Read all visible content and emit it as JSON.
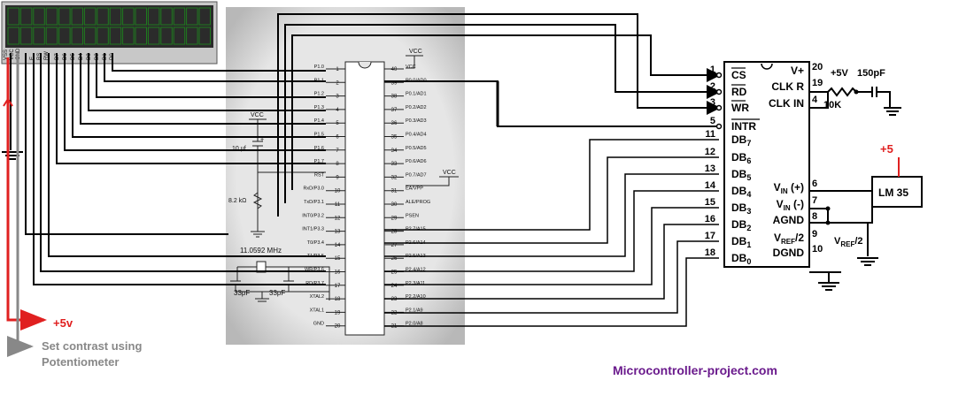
{
  "lcd": {
    "pins": [
      "VSS",
      "VCC",
      "GND",
      "E",
      "RS",
      "RW",
      "D7",
      "D6",
      "D5",
      "D4",
      "D3",
      "D2",
      "D1",
      "D0"
    ]
  },
  "mcu": {
    "vcc_top": "VCC",
    "vcc_right": "VCC",
    "left_pins": [
      {
        "n": "1",
        "l": "P1.0"
      },
      {
        "n": "2",
        "l": "P1.1"
      },
      {
        "n": "3",
        "l": "P1.2"
      },
      {
        "n": "4",
        "l": "P1.3"
      },
      {
        "n": "5",
        "l": "P1.4"
      },
      {
        "n": "6",
        "l": "P1.5"
      },
      {
        "n": "7",
        "l": "P1.6"
      },
      {
        "n": "8",
        "l": "P1.7"
      },
      {
        "n": "9",
        "l": "RST"
      },
      {
        "n": "10",
        "l": "RxD/P3.0"
      },
      {
        "n": "11",
        "l": "TxD/P3.1"
      },
      {
        "n": "12",
        "l": "INT0/P3.2"
      },
      {
        "n": "13",
        "l": "INT1/P3.3"
      },
      {
        "n": "14",
        "l": "T0/P3.4"
      },
      {
        "n": "15",
        "l": "T1/P3.5"
      },
      {
        "n": "16",
        "l": "WR/P3.6"
      },
      {
        "n": "17",
        "l": "RD/P3.7"
      },
      {
        "n": "18",
        "l": "XTAL2"
      },
      {
        "n": "19",
        "l": "XTAL1"
      },
      {
        "n": "20",
        "l": "GND"
      }
    ],
    "right_pins": [
      {
        "n": "40",
        "l": "VCC"
      },
      {
        "n": "39",
        "l": "P0.0/AD0"
      },
      {
        "n": "38",
        "l": "P0.1/AD1"
      },
      {
        "n": "37",
        "l": "P0.2/AD2"
      },
      {
        "n": "36",
        "l": "P0.3/AD3"
      },
      {
        "n": "35",
        "l": "P0.4/AD4"
      },
      {
        "n": "34",
        "l": "P0.5/AD5"
      },
      {
        "n": "33",
        "l": "P0.6/AD6"
      },
      {
        "n": "32",
        "l": "P0.7/AD7"
      },
      {
        "n": "31",
        "l": "EA/VPP"
      },
      {
        "n": "30",
        "l": "ALE/PROG"
      },
      {
        "n": "29",
        "l": "PSEN"
      },
      {
        "n": "28",
        "l": "P2.7/A15"
      },
      {
        "n": "27",
        "l": "P2.6/A14"
      },
      {
        "n": "26",
        "l": "P2.5/A13"
      },
      {
        "n": "25",
        "l": "P2.4/A12"
      },
      {
        "n": "24",
        "l": "P2.3/A11"
      },
      {
        "n": "23",
        "l": "P2.2/A10"
      },
      {
        "n": "22",
        "l": "P2.1/A9"
      },
      {
        "n": "21",
        "l": "P2.0/A8"
      }
    ],
    "cap_value": "10 µf",
    "res_value": "8.2 kΩ",
    "crystal": "11.0592 MHz",
    "cap1": "33pF",
    "cap2": "33pF"
  },
  "adc": {
    "left": [
      {
        "n": "1",
        "l": "CS"
      },
      {
        "n": "2",
        "l": "RD"
      },
      {
        "n": "3",
        "l": "WR"
      },
      {
        "n": "5",
        "l": "INTR"
      },
      {
        "n": "11",
        "l": "DB7"
      },
      {
        "n": "12",
        "l": "DB6"
      },
      {
        "n": "13",
        "l": "DB5"
      },
      {
        "n": "14",
        "l": "DB4"
      },
      {
        "n": "15",
        "l": "DB3"
      },
      {
        "n": "16",
        "l": "DB2"
      },
      {
        "n": "17",
        "l": "DB1"
      },
      {
        "n": "18",
        "l": "DB0"
      }
    ],
    "right": [
      {
        "n": "20",
        "l": "V+"
      },
      {
        "n": "19",
        "l": "CLK R"
      },
      {
        "n": "4",
        "l": "CLK IN"
      },
      {
        "n": "6",
        "l": "VIN (+)"
      },
      {
        "n": "7",
        "l": "VIN (-)"
      },
      {
        "n": "8",
        "l": "AGND"
      },
      {
        "n": "9",
        "l": "VREF/2"
      },
      {
        "n": "10",
        "l": "DGND"
      }
    ],
    "supply": "+5V",
    "resistor": "10K",
    "capacitor": "150pF",
    "vref_label": "VREF/2"
  },
  "sensor": {
    "label": "LM 35",
    "supply": "+5"
  },
  "notes": {
    "supply": "+5v",
    "contrast_line1": "Set contrast using",
    "contrast_line2": "Potentiometer",
    "watermark": "Microcontroller-project.com"
  },
  "colors": {
    "supply_arrow": "#e02020",
    "contrast_arrow": "#888888",
    "watermark": "#6a1a8c",
    "panel": "#dcdcdc",
    "lcd_bg": "#2b2b2b",
    "lcd_grid": "#1f7a1f"
  }
}
